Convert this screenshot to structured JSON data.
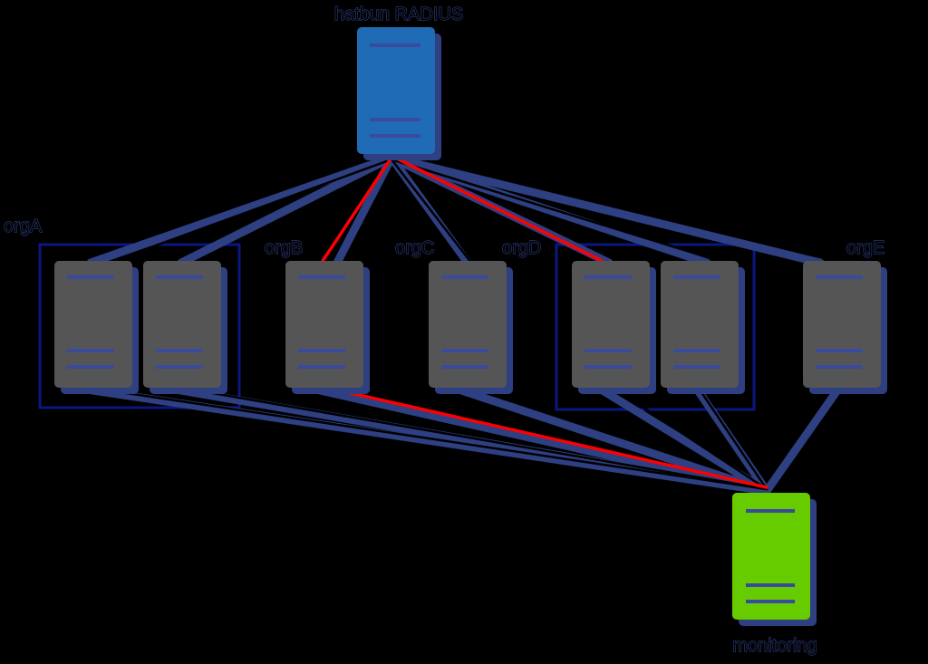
{
  "colors": {
    "background": "#000000",
    "radius_server": "#1f6bb5",
    "org_server": "#555555",
    "monitor_server": "#66cc00",
    "link": "#2e3f82",
    "link_highlight": "#ff0000",
    "server_shadow": "#2e3f82",
    "server_stripe": "#3a4a9c",
    "group_border": "#0a1780"
  },
  "diagram": {
    "top_label": "hatbun RADIUS",
    "bottom_label": "monitoring",
    "org_labels": {
      "orgA": "orgA",
      "orgB": "orgB",
      "orgC": "orgC",
      "orgD": "orgD",
      "orgE": "orgE"
    }
  }
}
